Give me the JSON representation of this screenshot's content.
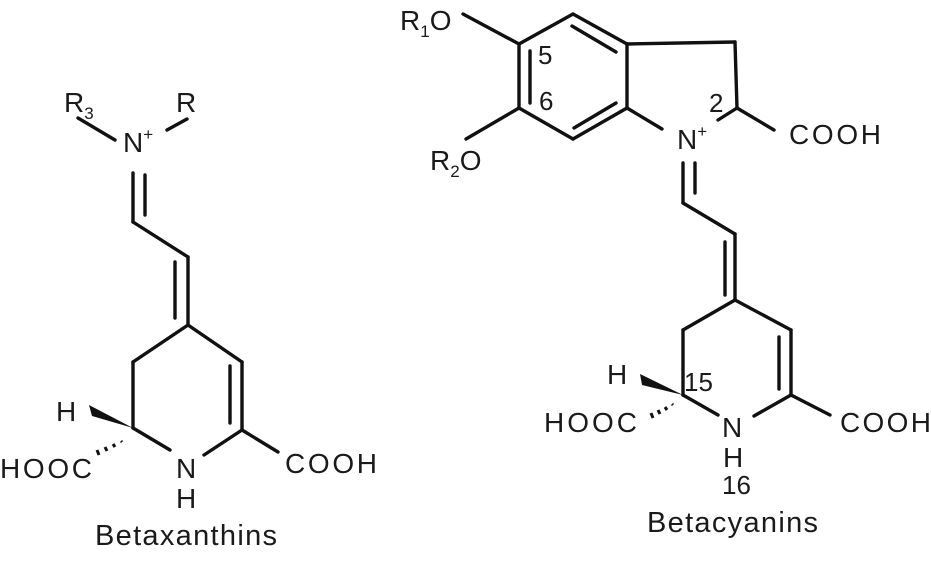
{
  "betaxanthins": {
    "caption": "Betaxanthins",
    "r3": "R",
    "r3_sub": "3",
    "r": "R",
    "n_plus": "N",
    "plus": "+",
    "h_wedge": "H",
    "hooc": "HOOC",
    "nh_n": "N",
    "nh_h": "H",
    "cooh": "COOH"
  },
  "betacyanins": {
    "caption": "Betacyanins",
    "r1o": "R",
    "r1_sub": "1",
    "r1_o": "O",
    "r2o": "R",
    "r2_sub": "2",
    "r2_o": "O",
    "pos5": "5",
    "pos6": "6",
    "pos2": "2",
    "pos15": "15",
    "pos16": "16",
    "n_plus": "N",
    "plus": "+",
    "cooh_top": "COOH",
    "h_wedge": "H",
    "hooc": "HOOC",
    "nh_n": "N",
    "nh_h": "H",
    "cooh": "COOH"
  }
}
